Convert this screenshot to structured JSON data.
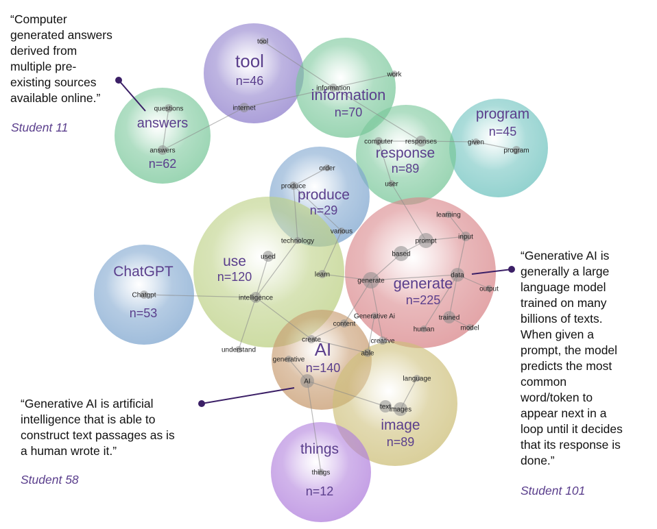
{
  "colors": {
    "purple": "#8f7fcc",
    "green": "#79c79a",
    "teal": "#6fc3bf",
    "blue": "#7fa6cf",
    "olive": "#bcd084",
    "red": "#d9868a",
    "brown": "#c79a6e",
    "khaki": "#cdbf79",
    "violet": "#b07fdc",
    "label": "#5a3e8c",
    "connector": "#3b1f66"
  },
  "clusters": [
    {
      "id": "tool",
      "name": "tool",
      "count": "n=46",
      "color": "purple"
    },
    {
      "id": "information",
      "name": "information",
      "count": "n=70",
      "color": "green"
    },
    {
      "id": "answers",
      "name": "answers",
      "count": "n=62",
      "color": "green"
    },
    {
      "id": "program",
      "name": "program",
      "count": "n=45",
      "color": "teal"
    },
    {
      "id": "response",
      "name": "response",
      "count": "n=89",
      "color": "green"
    },
    {
      "id": "produce",
      "name": "produce",
      "count": "n=29",
      "color": "blue"
    },
    {
      "id": "use",
      "name": "use",
      "count": "n=120",
      "color": "olive"
    },
    {
      "id": "ChatGPT",
      "name": "ChatGPT",
      "count": "n=53",
      "color": "blue"
    },
    {
      "id": "generate",
      "name": "generate",
      "count": "n=225",
      "color": "red"
    },
    {
      "id": "AI",
      "name": "AI",
      "count": "n=140",
      "color": "brown"
    },
    {
      "id": "image",
      "name": "image",
      "count": "n=89",
      "color": "khaki"
    },
    {
      "id": "things",
      "name": "things",
      "count": "n=12",
      "color": "violet"
    }
  ],
  "nodes": [
    {
      "id": "tool_w",
      "label": "tool"
    },
    {
      "id": "internet",
      "label": "internet"
    },
    {
      "id": "information_w",
      "label": "information"
    },
    {
      "id": "work",
      "label": "work"
    },
    {
      "id": "questions",
      "label": "questions"
    },
    {
      "id": "answers_w",
      "label": "answers"
    },
    {
      "id": "computer",
      "label": "computer"
    },
    {
      "id": "responses",
      "label": "responses"
    },
    {
      "id": "given",
      "label": "given"
    },
    {
      "id": "program_w",
      "label": "program"
    },
    {
      "id": "user",
      "label": "user"
    },
    {
      "id": "order",
      "label": "order"
    },
    {
      "id": "produce_w",
      "label": "produce"
    },
    {
      "id": "various",
      "label": "various"
    },
    {
      "id": "technology",
      "label": "technology"
    },
    {
      "id": "used",
      "label": "used"
    },
    {
      "id": "learning",
      "label": "learning"
    },
    {
      "id": "input",
      "label": "input"
    },
    {
      "id": "prompt",
      "label": "prompt"
    },
    {
      "id": "based",
      "label": "based"
    },
    {
      "id": "learn",
      "label": "learn"
    },
    {
      "id": "generate_w",
      "label": "generate"
    },
    {
      "id": "data",
      "label": "data"
    },
    {
      "id": "output",
      "label": "output"
    },
    {
      "id": "chatgpt_w",
      "label": "Chatgpt"
    },
    {
      "id": "intelligence",
      "label": "intelligence"
    },
    {
      "id": "generativeAi",
      "label": "Generative Ai"
    },
    {
      "id": "content",
      "label": "content"
    },
    {
      "id": "trained",
      "label": "trained"
    },
    {
      "id": "human",
      "label": "human"
    },
    {
      "id": "model",
      "label": "model"
    },
    {
      "id": "create",
      "label": "create"
    },
    {
      "id": "creative",
      "label": "creative"
    },
    {
      "id": "understand",
      "label": "understand"
    },
    {
      "id": "able",
      "label": "able"
    },
    {
      "id": "generative",
      "label": "generative"
    },
    {
      "id": "ai_w",
      "label": "AI"
    },
    {
      "id": "language",
      "label": "language"
    },
    {
      "id": "text",
      "label": "text"
    },
    {
      "id": "images",
      "label": "images"
    },
    {
      "id": "things_w",
      "label": "things"
    }
  ],
  "edges": [
    [
      "tool_w",
      "information_w"
    ],
    [
      "internet",
      "information_w"
    ],
    [
      "internet",
      "answers_w"
    ],
    [
      "information_w",
      "work"
    ],
    [
      "information_w",
      "responses"
    ],
    [
      "questions",
      "answers_w"
    ],
    [
      "computer",
      "responses"
    ],
    [
      "responses",
      "given"
    ],
    [
      "given",
      "program_w"
    ],
    [
      "computer",
      "user"
    ],
    [
      "user",
      "prompt"
    ],
    [
      "order",
      "produce_w"
    ],
    [
      "produce_w",
      "technology"
    ],
    [
      "produce_w",
      "various"
    ],
    [
      "various",
      "learn"
    ],
    [
      "technology",
      "intelligence"
    ],
    [
      "used",
      "intelligence"
    ],
    [
      "chatgpt_w",
      "intelligence"
    ],
    [
      "intelligence",
      "create"
    ],
    [
      "intelligence",
      "understand"
    ],
    [
      "learn",
      "generate_w"
    ],
    [
      "generate_w",
      "based"
    ],
    [
      "generate_w",
      "data"
    ],
    [
      "based",
      "prompt"
    ],
    [
      "prompt",
      "input"
    ],
    [
      "learning",
      "input"
    ],
    [
      "input",
      "data"
    ],
    [
      "data",
      "output"
    ],
    [
      "data",
      "trained"
    ],
    [
      "data",
      "human"
    ],
    [
      "trained",
      "model"
    ],
    [
      "generate_w",
      "content"
    ],
    [
      "generate_w",
      "creative"
    ],
    [
      "content",
      "create"
    ],
    [
      "generativeAi",
      "able"
    ],
    [
      "create",
      "able"
    ],
    [
      "generative",
      "ai_w"
    ],
    [
      "ai_w",
      "text"
    ],
    [
      "ai_w",
      "things_w"
    ],
    [
      "text",
      "images"
    ],
    [
      "language",
      "images"
    ]
  ],
  "quotes": [
    {
      "id": "q11",
      "text": "“Computer\ngenerated answers\nderived from\nmultiple pre-\nexisting sources\navailable online.”",
      "student": "Student 11"
    },
    {
      "id": "q58",
      "text": "“Generative AI is artificial\nintelligence that is able to\nconstruct text passages as is\na human wrote it.”",
      "student": "Student 58"
    },
    {
      "id": "q101",
      "text": "“Generative AI is\ngenerally a large\nlanguage model\ntrained on many\nbillions of texts.\nWhen given a\nprompt, the model\npredicts the most\ncommon\nword/token to\nappear next in a\nloop until it decides\nthat its response is\ndone.”",
      "student": "Student 101"
    }
  ]
}
